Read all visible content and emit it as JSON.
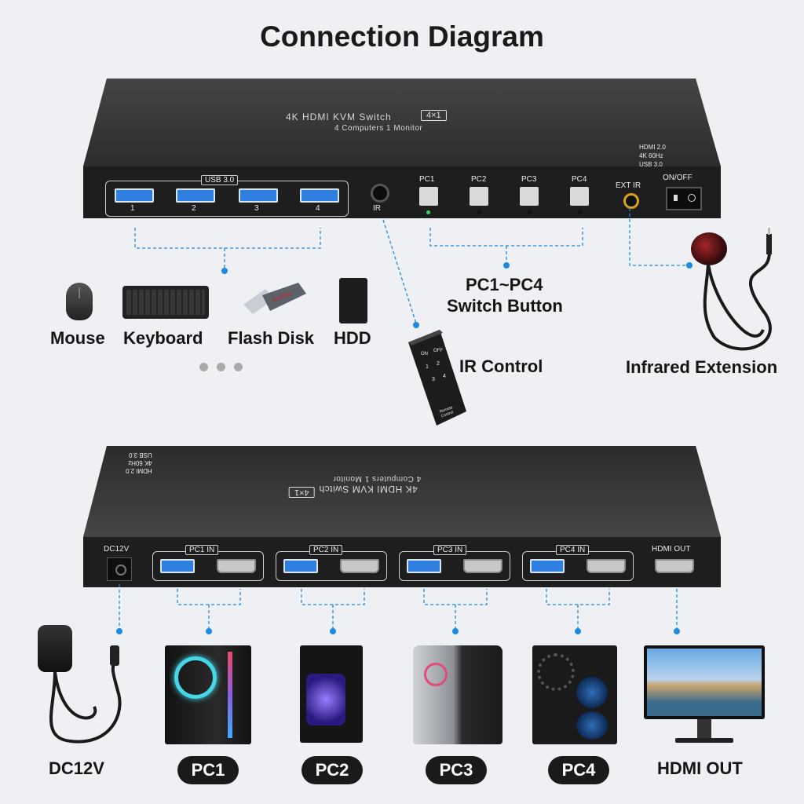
{
  "title": "Connection Diagram",
  "front_device": {
    "name_line1": "4K HDMI KVM Switch",
    "badge": "4×1",
    "name_line2": "4 Computers 1 Monitor",
    "indicators": [
      "HDMI 2.0",
      "4K 60Hz",
      "USB 3.0"
    ],
    "usb_group_label": "USB 3.0",
    "usb_ports": [
      "1",
      "2",
      "3",
      "4"
    ],
    "ir_label": "IR",
    "pc_buttons": [
      "PC1",
      "PC2",
      "PC3",
      "PC4"
    ],
    "ext_ir_label": "EXT IR",
    "power_label": "ON/OFF"
  },
  "usb_devices": [
    "Mouse",
    "Keyboard",
    "Flash Disk",
    "HDD"
  ],
  "flash_brand": "SanDisk",
  "switch_label": [
    "PC1~PC4",
    "Switch Button"
  ],
  "ir_control_label": "IR Control",
  "remote": {
    "on": "ON",
    "off": "OFF",
    "keys": [
      "1",
      "2",
      "3",
      "4"
    ],
    "caption": "Remote Control"
  },
  "infrared_label": "Infrared Extension",
  "rear_device": {
    "dc_label": "DC12V",
    "inputs": [
      "PC1 IN",
      "PC2 IN",
      "PC3 IN",
      "PC4 IN"
    ],
    "hdmi_out": "HDMI OUT"
  },
  "bottom_labels": {
    "dc": "DC12V",
    "pcs": [
      "PC1",
      "PC2",
      "PC3",
      "PC4"
    ],
    "hdmi_out": "HDMI OUT"
  },
  "colors": {
    "accent_dot": "#1f8ae0",
    "device_body": "#2b2b2b",
    "pill": "#1a1a1a"
  }
}
